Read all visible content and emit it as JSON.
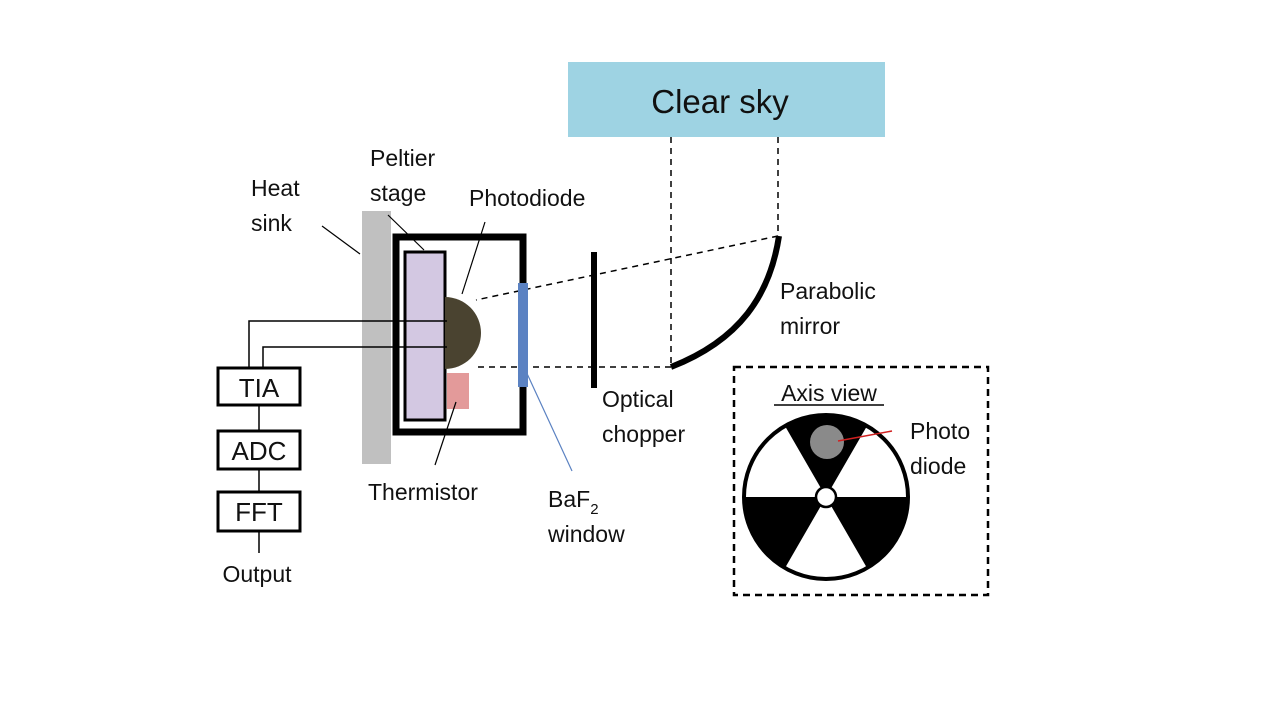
{
  "labels": {
    "clear_sky": "Clear sky",
    "heat_sink_1": "Heat",
    "heat_sink_2": "sink",
    "peltier_1": "Peltier",
    "peltier_2": "stage",
    "photodiode": "Photodiode",
    "parabolic_1": "Parabolic",
    "parabolic_2": "mirror",
    "optical_1": "Optical",
    "optical_2": "chopper",
    "thermistor": "Thermistor",
    "baf2_base": "BaF",
    "baf2_sub": "2",
    "window": "window",
    "output": "Output",
    "axis_view": "Axis view",
    "photo_1": "Photo",
    "photo_2": "diode"
  },
  "signal_chain": [
    "TIA",
    "ADC",
    "FFT"
  ],
  "colors": {
    "sky": "#9ed3e3",
    "heat_sink": "#c0c0c0",
    "peltier": "#d3c8e2",
    "photodiode": "#4a4330",
    "thermistor": "#e39a9a",
    "baf2_window": "#5b82c2",
    "pointer_red": "#d02020",
    "axis_photodiode": "#8a8a8a",
    "line": "#000000"
  }
}
